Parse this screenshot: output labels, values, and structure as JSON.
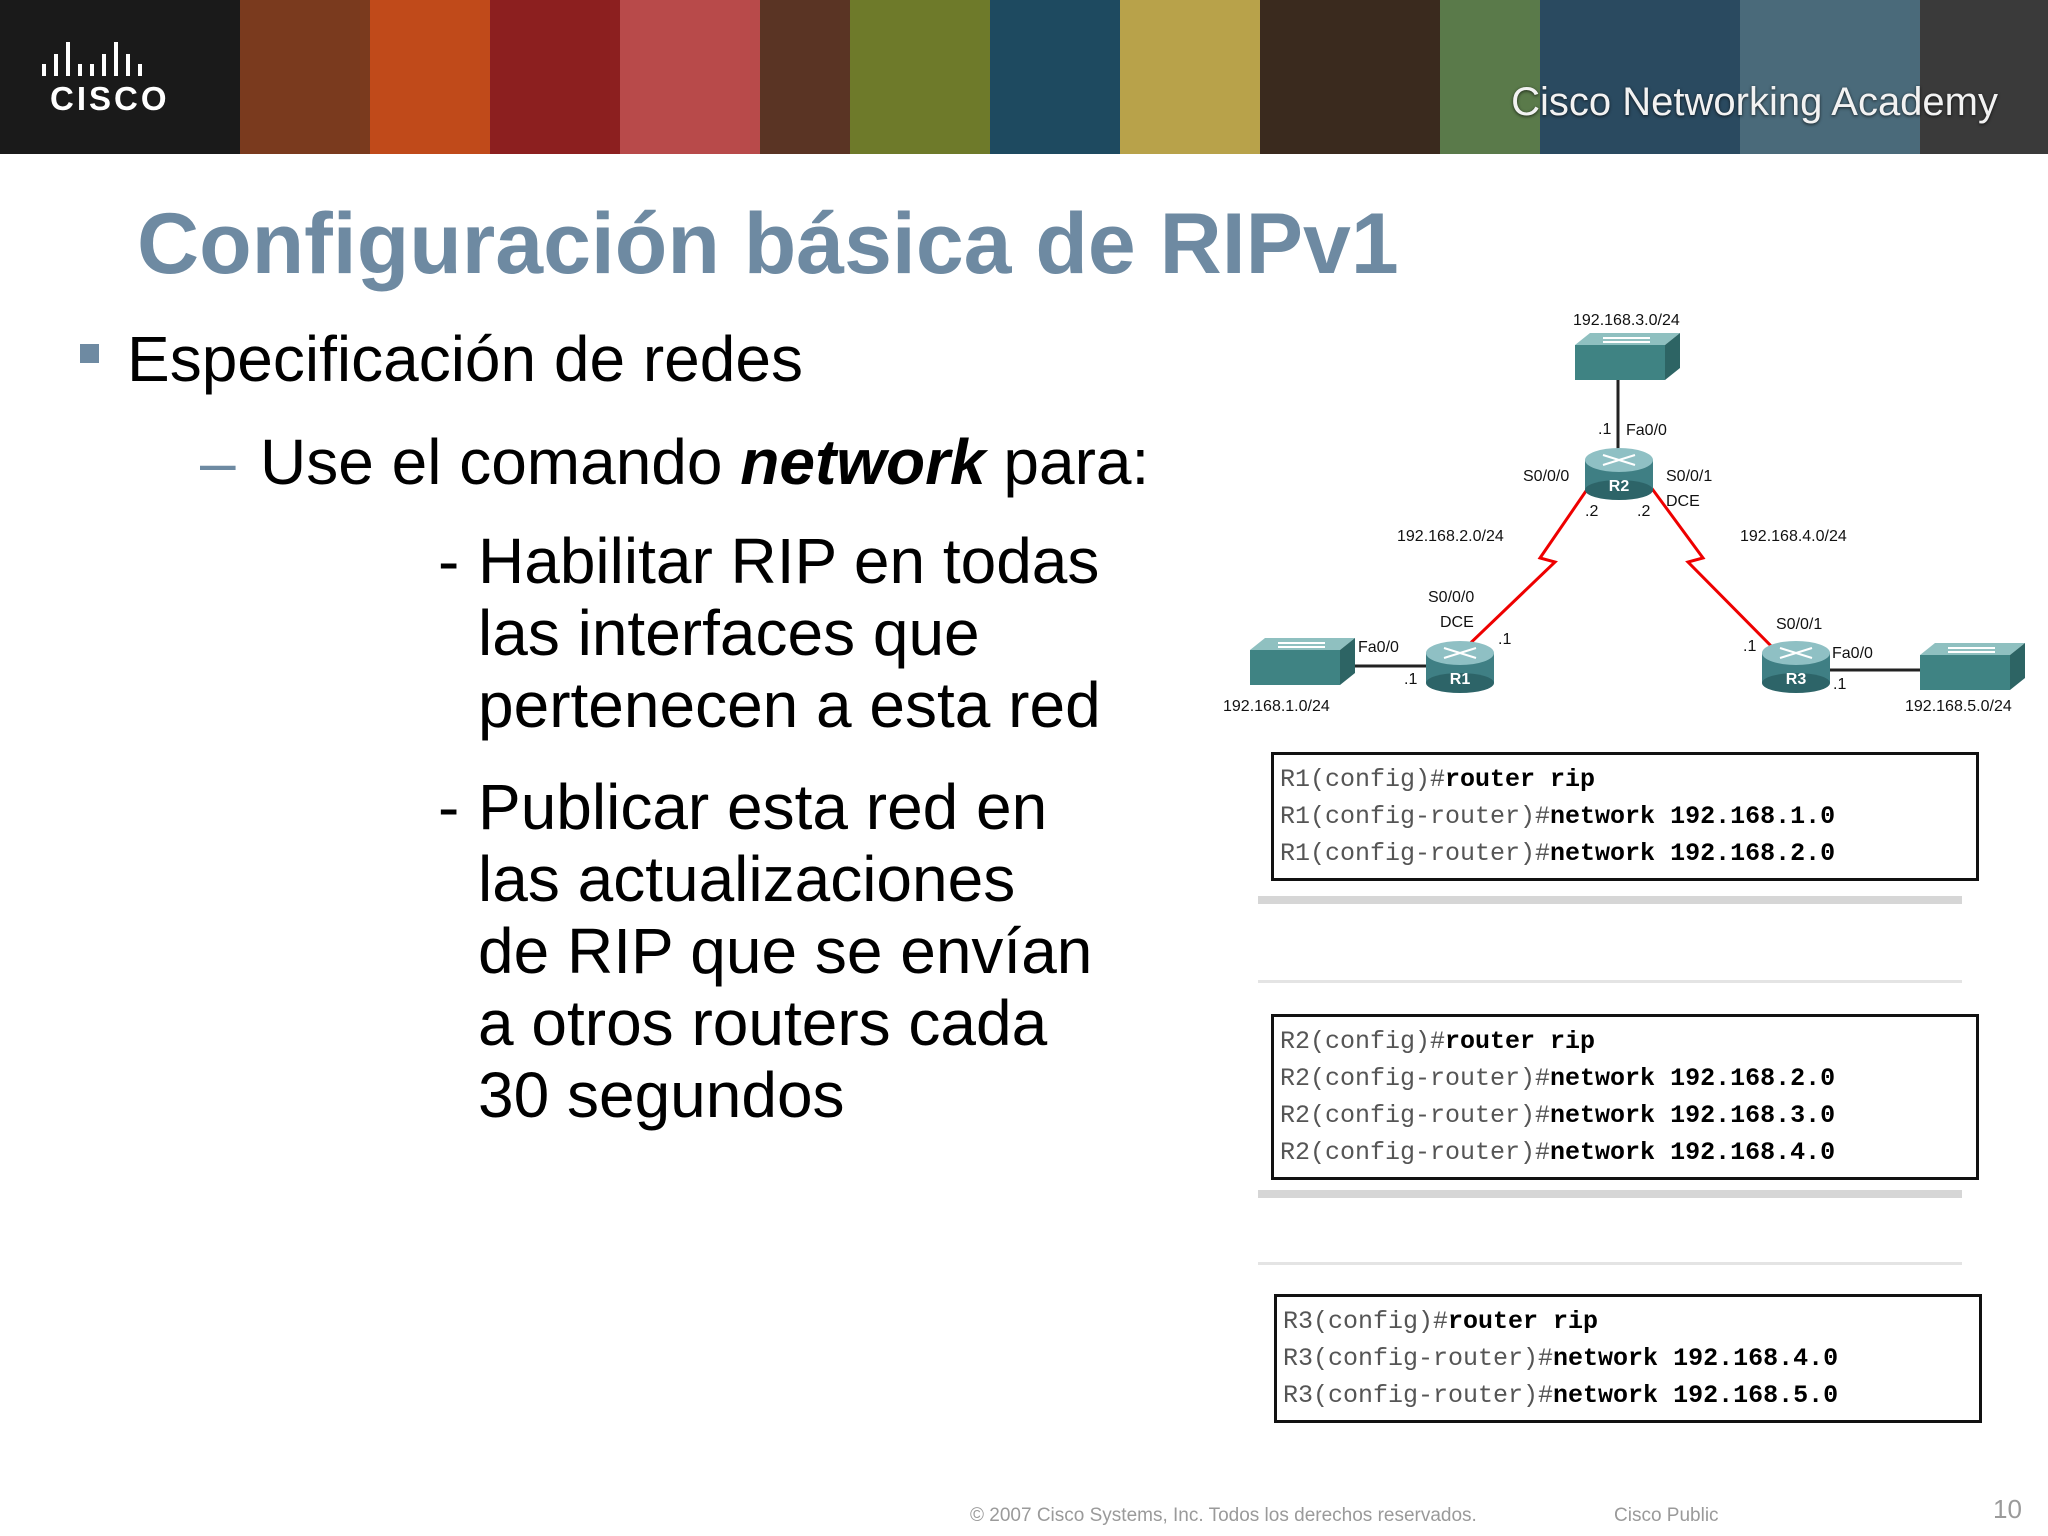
{
  "header": {
    "logo_text": "CISCO",
    "academy_text": "Cisco Networking Academy"
  },
  "slide": {
    "title": "Configuración básica de RIPv1",
    "bullet1": "Especificación de redes",
    "bullet2_prefix": "Use el comando ",
    "bullet2_keyword": "network",
    "bullet2_suffix": " para:",
    "sub1_dash": "-",
    "sub1_lines": [
      "Habilitar RIP en todas",
      "las interfaces que",
      "pertenecen a esta red"
    ],
    "sub2_dash": "-",
    "sub2_lines": [
      "Publicar esta red en",
      "las actualizaciones",
      "de RIP que se envían",
      "a otros routers cada",
      "30 segundos"
    ]
  },
  "topology": {
    "networks": {
      "n3": "192.168.3.0/24",
      "n2": "192.168.2.0/24",
      "n4": "192.168.4.0/24",
      "n1": "192.168.1.0/24",
      "n5": "192.168.5.0/24"
    },
    "routers": {
      "r1": "R1",
      "r2": "R2",
      "r3": "R3"
    },
    "labels": {
      "r2_top_ip": ".1",
      "r2_fa": "Fa0/0",
      "r2_s000": "S0/0/0",
      "r2_s001": "S0/0/1",
      "r2_dce": "DCE",
      "r2_left_ip": ".2",
      "r2_right_ip": ".2",
      "r1_s000": "S0/0/0",
      "r1_dce": "DCE",
      "r1_serial_ip": ".1",
      "r1_fa": "Fa0/0",
      "r1_fa_ip": ".1",
      "r3_s001": "S0/0/1",
      "r3_serial_ip": ".1",
      "r3_fa": "Fa0/0",
      "r3_fa_ip": ".1"
    }
  },
  "cli": {
    "r1": [
      {
        "prompt": "R1(config)#",
        "cmd": "router rip"
      },
      {
        "prompt": "R1(config-router)#",
        "cmd": "network 192.168.1.0"
      },
      {
        "prompt": "R1(config-router)#",
        "cmd": "network 192.168.2.0"
      }
    ],
    "r2": [
      {
        "prompt": "R2(config)#",
        "cmd": "router rip"
      },
      {
        "prompt": "R2(config-router)#",
        "cmd": "network 192.168.2.0"
      },
      {
        "prompt": "R2(config-router)#",
        "cmd": "network 192.168.3.0"
      },
      {
        "prompt": "R2(config-router)#",
        "cmd": "network 192.168.4.0"
      }
    ],
    "r3": [
      {
        "prompt": "R3(config)#",
        "cmd": "router rip"
      },
      {
        "prompt": "R3(config-router)#",
        "cmd": "network 192.168.4.0"
      },
      {
        "prompt": "R3(config-router)#",
        "cmd": "network 192.168.5.0"
      }
    ]
  },
  "footer": {
    "copyright": "© 2007 Cisco Systems, Inc. Todos los derechos reservados.",
    "classification": "Cisco Public",
    "page_number": "10"
  }
}
